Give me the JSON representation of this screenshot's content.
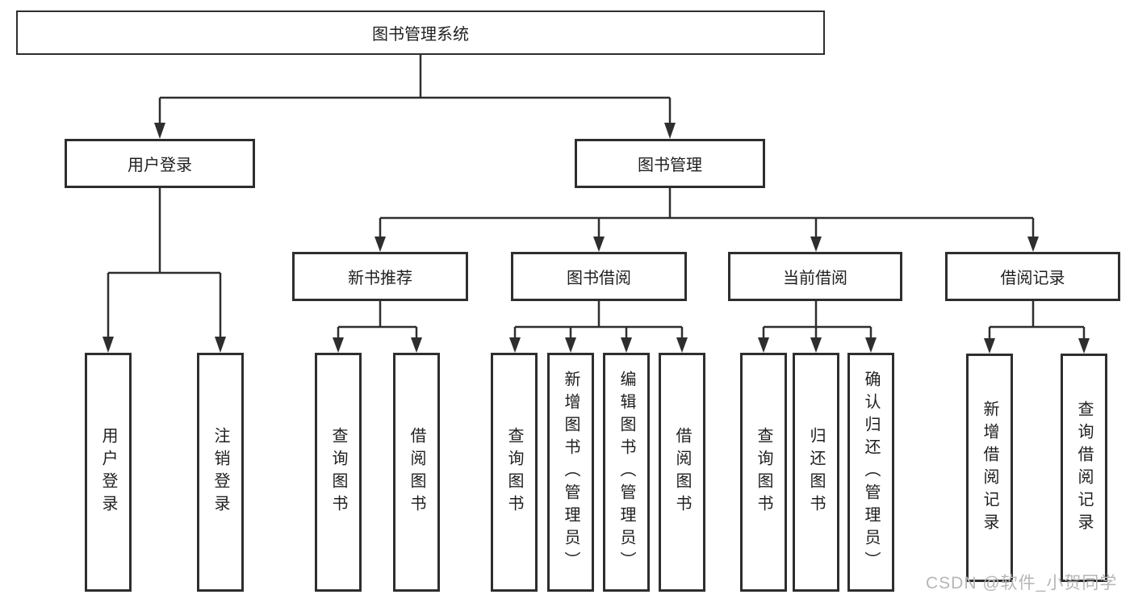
{
  "tree": {
    "label": "图书管理系统",
    "children": [
      {
        "label": "用户登录",
        "children": [
          {
            "label": "用户登录"
          },
          {
            "label": "注销登录"
          }
        ]
      },
      {
        "label": "图书管理",
        "children": [
          {
            "label": "新书推荐",
            "children": [
              {
                "label": "查询图书"
              },
              {
                "label": "借阅图书"
              }
            ]
          },
          {
            "label": "图书借阅",
            "children": [
              {
                "label": "查询图书"
              },
              {
                "label": "新增图书（管理员）"
              },
              {
                "label": "编辑图书（管理员）"
              },
              {
                "label": "借阅图书"
              }
            ]
          },
          {
            "label": "当前借阅",
            "children": [
              {
                "label": "查询图书"
              },
              {
                "label": "归还图书"
              },
              {
                "label": "确认归还（管理员）"
              }
            ]
          },
          {
            "label": "借阅记录",
            "children": [
              {
                "label": "新增借阅记录"
              },
              {
                "label": "查询借阅记录"
              }
            ]
          }
        ]
      }
    ]
  },
  "watermark": {
    "text": "CSDN @软件_小贺同学"
  },
  "colors": {
    "line": "#2e2e2e",
    "text": "#1f1f1f",
    "watermark": "#b6b6b6",
    "background": "#ffffff"
  }
}
